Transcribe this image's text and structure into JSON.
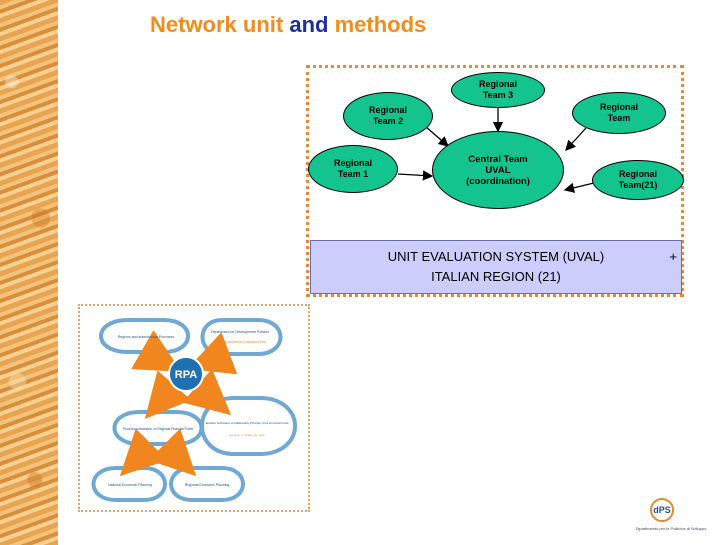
{
  "title": {
    "part1": "Network unit",
    "part2": "and",
    "part3": "methods"
  },
  "network": {
    "central": "Central Team UVAL (coordination)",
    "nodes": {
      "rt1": "Regional Team 1",
      "rt2": "Regional Team 2",
      "rt3": "Regional Team 3",
      "rt_right": "Regional Team",
      "rt21": "Regional Team(21)"
    },
    "label_line1": "UNIT EVALUATION SYSTEM (UVAL)",
    "label_plus": "+",
    "label_line2": "ITALIAN REGION (21)"
  },
  "rpa": {
    "center": "RPA",
    "box1": "Regions and autonomous Provinces",
    "box2_line1": "Department for Development Policies",
    "box2_line2": "Public Investment Evaluation Unit",
    "box3": "Provides Information on Regional Financial Flows",
    "box4": "Enables Verification of Additionality Principle of the structural funds",
    "box4_sub": "Ex ante, In itinere, Ex post",
    "box5": "National Economic Planning",
    "box6": "Regional Economic Planning"
  },
  "logo": {
    "mark": "dPS",
    "caption": "Dipartimento per le Politiche di Sviluppo"
  },
  "colors": {
    "title_orange": "#f28c1c",
    "title_blue": "#1d2f9b",
    "node_green": "#13c48f",
    "label_lavender": "#cccdfb"
  }
}
